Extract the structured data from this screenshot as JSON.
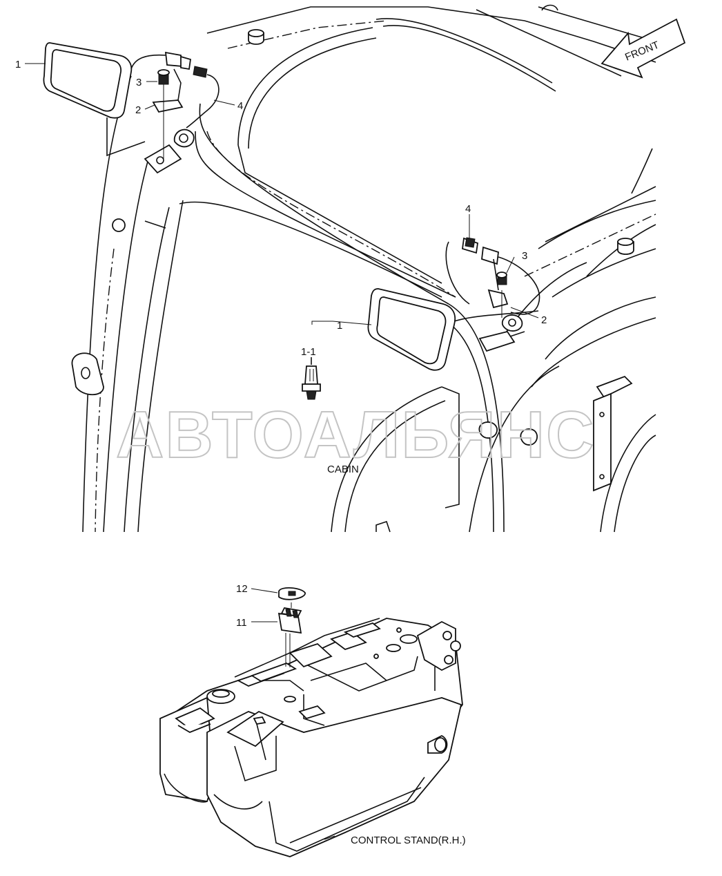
{
  "front_arrow": {
    "label": "FRONT"
  },
  "watermark": "АВТОАЛЬЯНС",
  "cabin": {
    "caption": "CABIN",
    "callouts": {
      "lamp_left": "1",
      "bracket_left": "2",
      "bolt_left": "3",
      "harness_left": "4",
      "harness_right": "4",
      "bolt_right": "3",
      "bracket_right": "2",
      "lamp_right": "1",
      "bulb": "1-1"
    }
  },
  "control_stand": {
    "caption": "CONTROL STAND(R.H.)",
    "callouts": {
      "switch_cap": "12",
      "switch": "11"
    }
  }
}
